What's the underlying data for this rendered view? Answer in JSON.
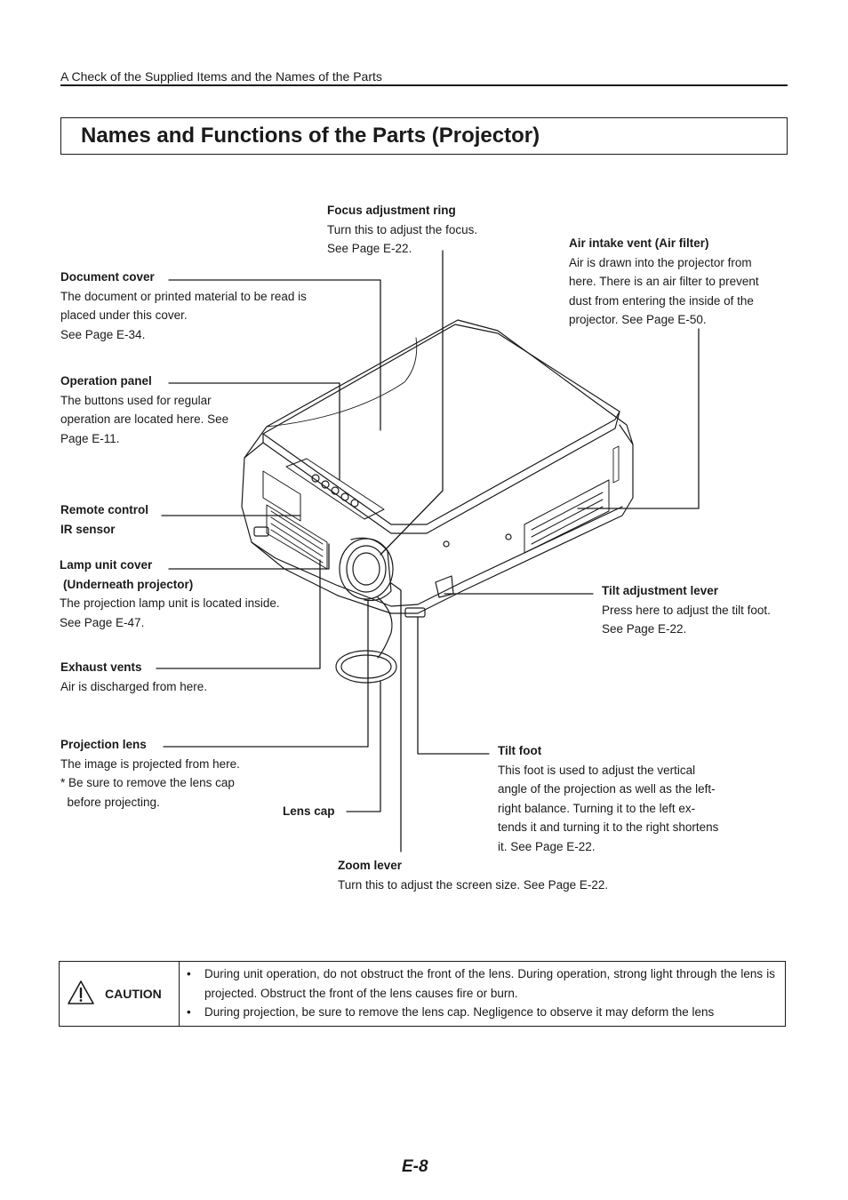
{
  "header": {
    "section_title": "A Check of the Supplied Items and the Names of the Parts"
  },
  "page_title": "Names and Functions of the Parts (Projector)",
  "parts": {
    "focus_ring": {
      "title": "Focus adjustment ring",
      "lines": [
        "Turn this to adjust the focus.",
        "See Page E-22."
      ]
    },
    "air_intake": {
      "title": "Air intake vent (Air filter)",
      "lines": [
        "Air is drawn into the projector from",
        "here. There is an air filter to prevent",
        "dust from entering the inside of the",
        "projector. See Page E-50."
      ]
    },
    "document_cover": {
      "title": "Document cover",
      "lines": [
        "The document or printed material to be read is",
        "placed under this cover.",
        "See Page E-34."
      ]
    },
    "operation_panel": {
      "title": "Operation panel",
      "lines": [
        "The buttons used for regular",
        "operation are located here. See",
        "Page E-11."
      ]
    },
    "remote_sensor": {
      "title_line1": "Remote control",
      "title_line2": "IR sensor"
    },
    "lamp_cover": {
      "title_line1": "Lamp unit cover",
      "title_line2": "(Underneath projector)",
      "lines": [
        "The projection lamp unit is located inside.",
        "See Page E-47."
      ]
    },
    "tilt_lever": {
      "title": "Tilt adjustment lever",
      "lines": [
        "Press here to adjust the tilt foot.",
        "See Page E-22."
      ]
    },
    "exhaust_vents": {
      "title": "Exhaust vents",
      "lines": [
        "Air is discharged from here."
      ]
    },
    "projection_lens": {
      "title": "Projection lens",
      "lines": [
        "The image is projected from here.",
        "* Be sure to remove the lens cap",
        "  before projecting."
      ]
    },
    "lens_cap": {
      "title": "Lens cap"
    },
    "tilt_foot": {
      "title": "Tilt foot",
      "lines": [
        "This foot is used to adjust the vertical",
        "angle of the projection as well as the left-",
        "right balance. Turning it to the left ex-",
        "tends it and turning it to the right shortens",
        "it. See Page E-22."
      ]
    },
    "zoom_lever": {
      "title": "Zoom lever",
      "lines": [
        "Turn this to adjust the screen size. See Page E-22."
      ]
    }
  },
  "caution": {
    "label": "CAUTION",
    "bullet": "•",
    "items": [
      "During unit operation, do not obstruct the front of the lens. During operation, strong light through the lens is projected. Obstruct the front of the lens causes fire or burn.",
      "During projection, be sure to remove the lens cap. Negligence to observe it may deform the lens"
    ]
  },
  "page_number": "E-8"
}
